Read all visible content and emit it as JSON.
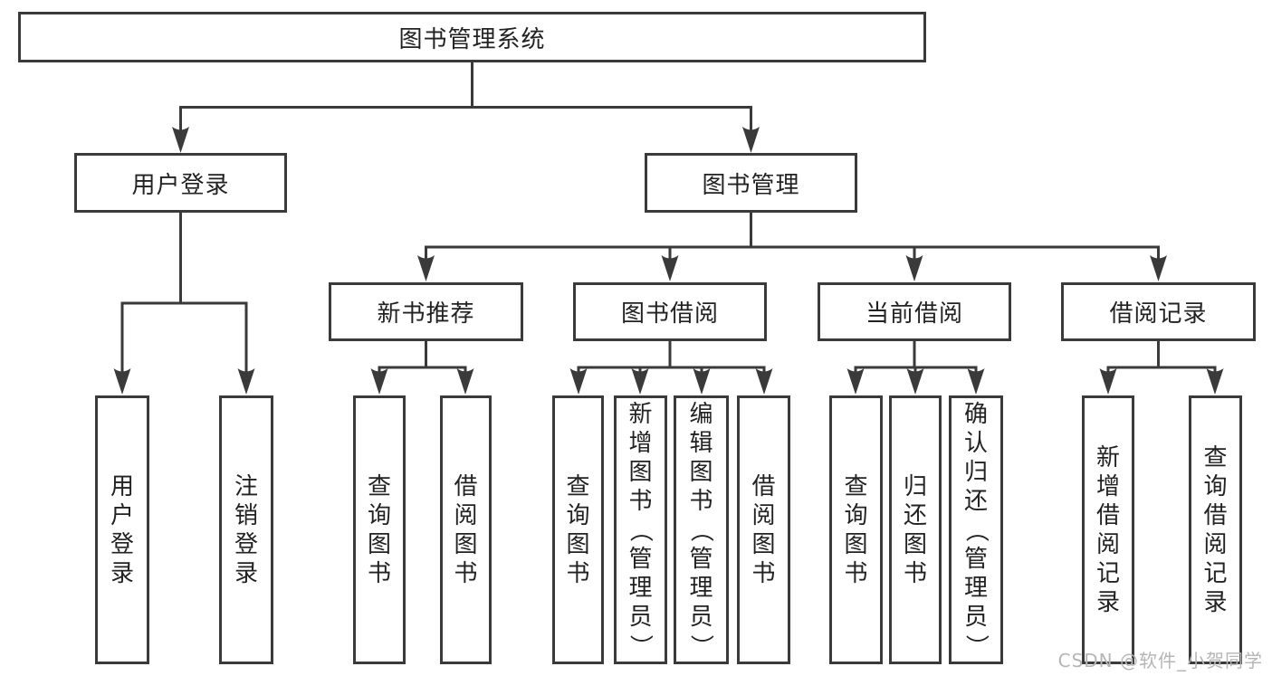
{
  "tree": {
    "root": {
      "label": "图书管理系统",
      "children": [
        {
          "label": "用户登录",
          "children": [
            {
              "label": "用户登录"
            },
            {
              "label": "注销登录"
            }
          ]
        },
        {
          "label": "图书管理",
          "children": [
            {
              "label": "新书推荐",
              "children": [
                {
                  "label": "查询图书"
                },
                {
                  "label": "借阅图书"
                }
              ]
            },
            {
              "label": "图书借阅",
              "children": [
                {
                  "label": "查询图书"
                },
                {
                  "label": "新增图书（管理员）"
                },
                {
                  "label": "编辑图书（管理员）"
                },
                {
                  "label": "借阅图书"
                }
              ]
            },
            {
              "label": "当前借阅",
              "children": [
                {
                  "label": "查询图书"
                },
                {
                  "label": "归还图书"
                },
                {
                  "label": "确认归还（管理员）"
                }
              ]
            },
            {
              "label": "借阅记录",
              "children": [
                {
                  "label": "新增借阅记录"
                },
                {
                  "label": "查询借阅记录"
                }
              ]
            }
          ]
        }
      ]
    }
  },
  "watermark": {
    "text": "CSDN @软件_小贺同学"
  },
  "colors": {
    "line": "#3a3a3a",
    "text": "#222222",
    "watermark": "#b5b5b5",
    "background": "#ffffff"
  }
}
